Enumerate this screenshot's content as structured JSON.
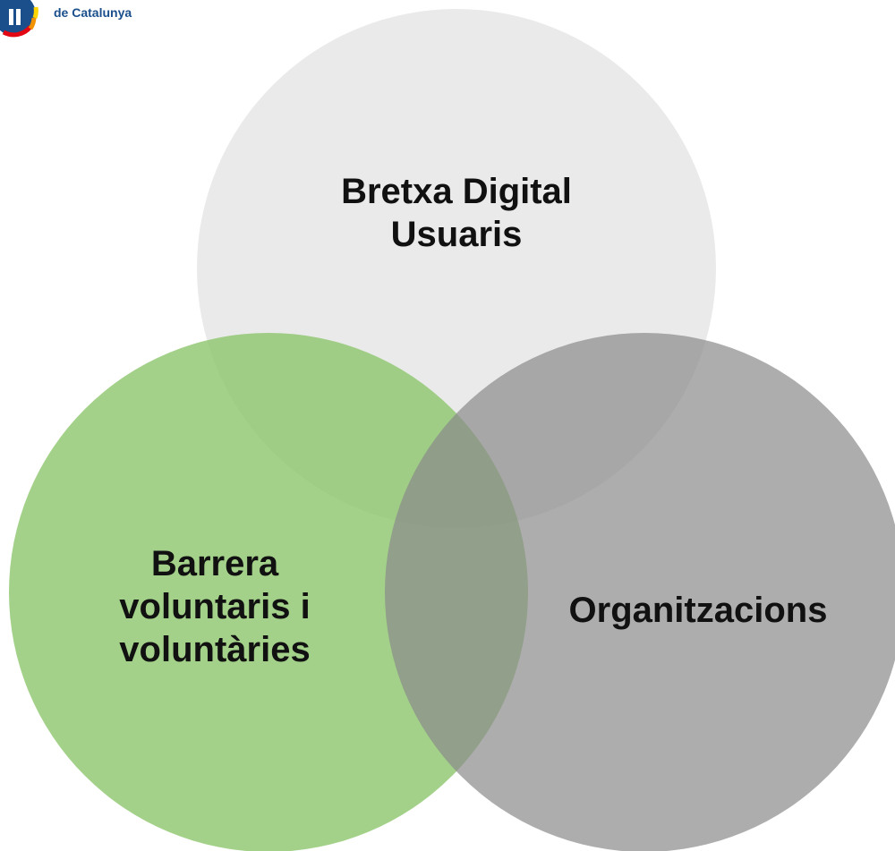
{
  "logo": {
    "text": "de Catalunya",
    "colors": [
      "#e30613",
      "#f39200",
      "#ffd500",
      "#1a4f8c",
      "#009fe3"
    ]
  },
  "venn": {
    "sets": [
      {
        "id": "top",
        "lines": [
          "Bretxa Digital",
          "Usuaris"
        ],
        "fill": "#d9d9d9"
      },
      {
        "id": "left",
        "lines": [
          "Barrera",
          "voluntaris i",
          "voluntàries"
        ],
        "fill": "#8cc56b"
      },
      {
        "id": "right",
        "lines": [
          "Organitzacions"
        ],
        "fill": "#8a8a8a"
      }
    ]
  }
}
